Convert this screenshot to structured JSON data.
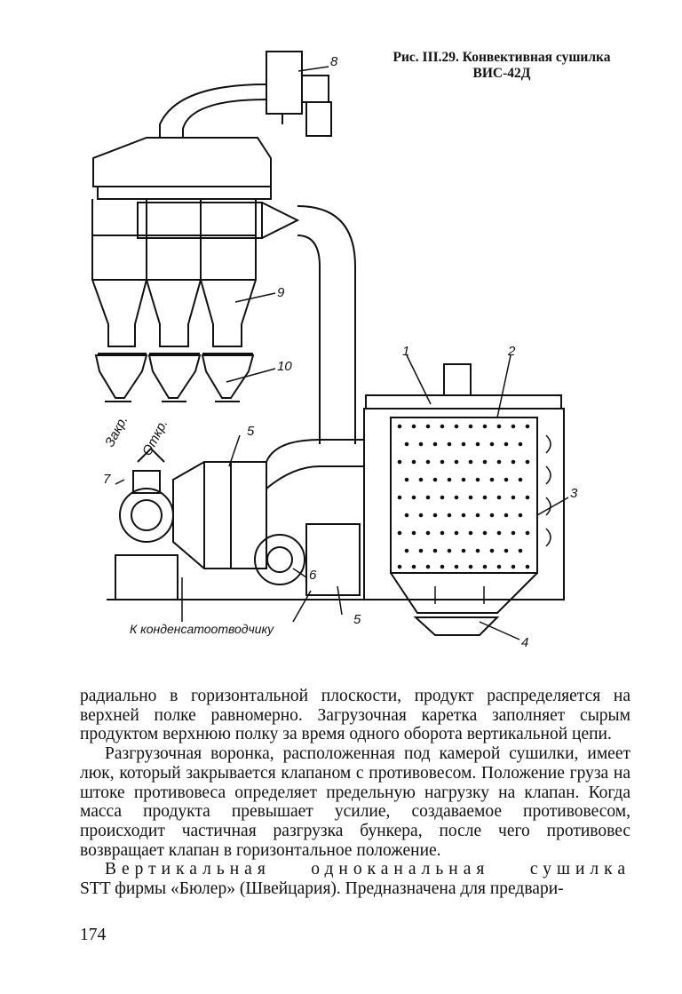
{
  "figure": {
    "caption_line1": "Рис. III.29. Конвективная сушилка",
    "caption_line2": "ВИС-42Д",
    "labels": {
      "n1": "1",
      "n2": "2",
      "n3": "3",
      "n4": "4",
      "n5a": "5",
      "n5b": "5",
      "n6": "6",
      "n7": "7",
      "n8": "8",
      "n9": "9",
      "n10": "10",
      "closed": "Закр.",
      "open": "Откр.",
      "condensate": "К конденсатоотводчику"
    }
  },
  "text": {
    "p1": "радиально в горизонтальной плоскости, продукт распределяется на верхней полке равномерно. Загрузочная каретка заполняет сырым продуктом верхнюю полку за время одного оборота вертикальной цепи.",
    "p2": "Разгрузочная воронка, расположенная под камерой сушилки, имеет люк, который закрывается клапаном с противовесом. Положение груза на штоке противовеса определяет предельную нагрузку на клапан. Когда масса продукта превышает усилие, создаваемое противовесом, происходит частичная разгрузка бункера, после чего противовес возвращает клапан в горизонтальное положение.",
    "p3_w1": "Вертикальная",
    "p3_w2": "одноканальная",
    "p3_w3": "сушилка",
    "p3_rest": "STT фирмы «Бюлер» (Швейцария). Предназначена для предвари-"
  },
  "page_number": "174"
}
